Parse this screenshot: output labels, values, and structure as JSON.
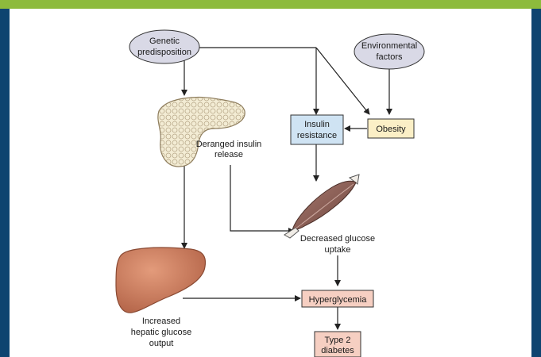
{
  "diagram": {
    "nodes": {
      "genetic": {
        "line1": "Genetic",
        "line2": "predisposition"
      },
      "environmental": {
        "line1": "Environmental",
        "line2": "factors"
      },
      "insulin_resistance": {
        "line1": "Insulin",
        "line2": "resistance"
      },
      "obesity": {
        "line1": "Obesity"
      },
      "deranged_insulin": {
        "line1": "Deranged insulin",
        "line2": "release"
      },
      "decreased_glucose": {
        "line1": "Decreased glucose",
        "line2": "uptake"
      },
      "hyperglycemia": {
        "line1": "Hyperglycemia"
      },
      "hepatic_output": {
        "line1": "Increased",
        "line2": "hepatic glucose",
        "line3": "output"
      },
      "type2": {
        "line1": "Type 2",
        "line2": "diabetes"
      }
    },
    "colors": {
      "ellipse_fill": "#d9d9e6",
      "insulin_box_fill": "#cfe3f3",
      "obesity_box_fill": "#fbefc6",
      "hyper_box_fill": "#f6cfc2",
      "liver_fill": "#c97b5c",
      "pancreas_fill": "#efe6c7",
      "muscle_fill": "#8a5a50"
    }
  }
}
